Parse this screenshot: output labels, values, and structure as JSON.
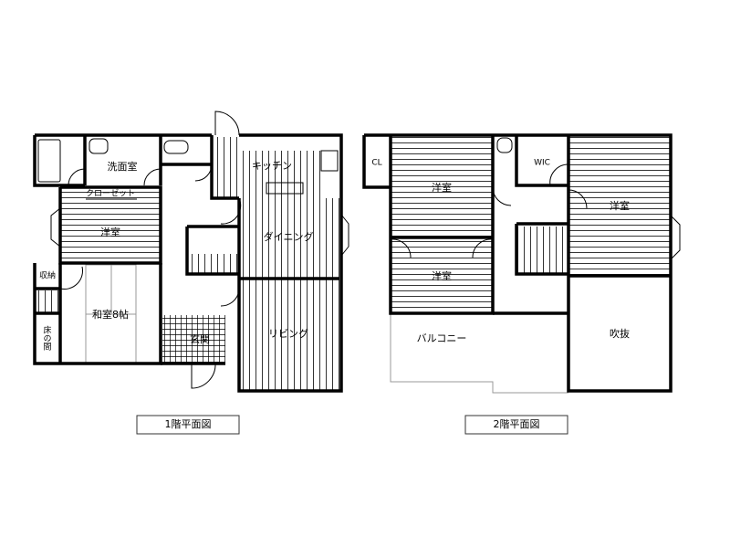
{
  "floor1": {
    "caption": "1階平面図",
    "rooms": {
      "washroom": "洗面室",
      "toilet_room": "",
      "kitchen": "キッチン",
      "closet": "クローゼット",
      "western_room": "洋室",
      "dining": "ダイニング",
      "storage": "収納",
      "japanese_room": "和室8帖",
      "tokonoma": "床の間",
      "entrance": "玄関",
      "living": "リビング"
    }
  },
  "floor2": {
    "caption": "2階平面図",
    "rooms": {
      "closet": "CL",
      "wic": "WIC",
      "western_room_1": "洋室",
      "western_room_2": "洋室",
      "western_room_3": "洋室",
      "balcony": "バルコニー",
      "atrium": "吹抜"
    }
  }
}
